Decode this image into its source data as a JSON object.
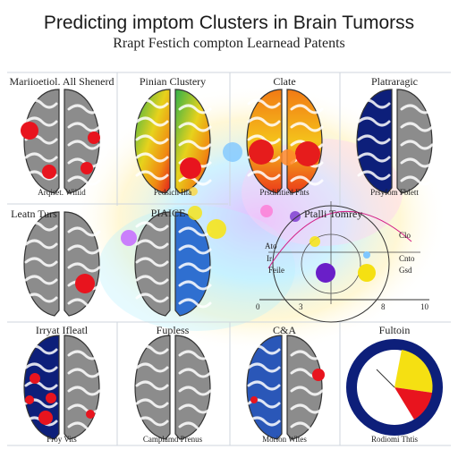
{
  "header": {
    "title": "Predicting imptom Clusters in Brain Tumorss",
    "subtitle": "Rrapt Festich compton Learnead Patents"
  },
  "panels": [
    {
      "heading": "Mariioetiol. All Shenerd",
      "caption": "Arqiset. Wiliid",
      "style": "red-spots"
    },
    {
      "heading": "Pinian Clustery",
      "caption": "Pedsich Illa",
      "style": "rainbow"
    },
    {
      "heading": "Clate",
      "caption": "Prsdifitied Fhts",
      "style": "heat"
    },
    {
      "heading": "Platraragic",
      "caption": "Prsyfom Fblett",
      "style": "navy-half"
    },
    {
      "heading": "Leatn Turs",
      "caption": "",
      "style": "red-spot-single"
    },
    {
      "heading": "PIAICE",
      "caption": "",
      "style": "blue-center"
    },
    {
      "heading": "Irryat Ifleatl",
      "caption": "Froy Vits",
      "style": "navy-red"
    },
    {
      "heading": "Fupless",
      "caption": "Camplamd Prenus",
      "style": "gray"
    },
    {
      "heading": "C&A",
      "caption": "Morion Wites",
      "style": "blue-red"
    },
    {
      "heading": "Fultoin",
      "caption": "Rodiomi Thtis",
      "style": "navy-ring"
    }
  ],
  "inset": {
    "title": "Ptalli Tomrey",
    "labels": [
      "Ato",
      "Ir",
      "Feile",
      "Clo",
      "Cnto",
      "Gsd"
    ],
    "ticks": [
      "0",
      "3",
      "8",
      "10"
    ]
  },
  "colors": {
    "brain_gray": "#8c8c8c",
    "red": "#e8141e",
    "navy": "#0d1f7a",
    "yellow": "#f5e012",
    "purple": "#6a1fc8"
  }
}
